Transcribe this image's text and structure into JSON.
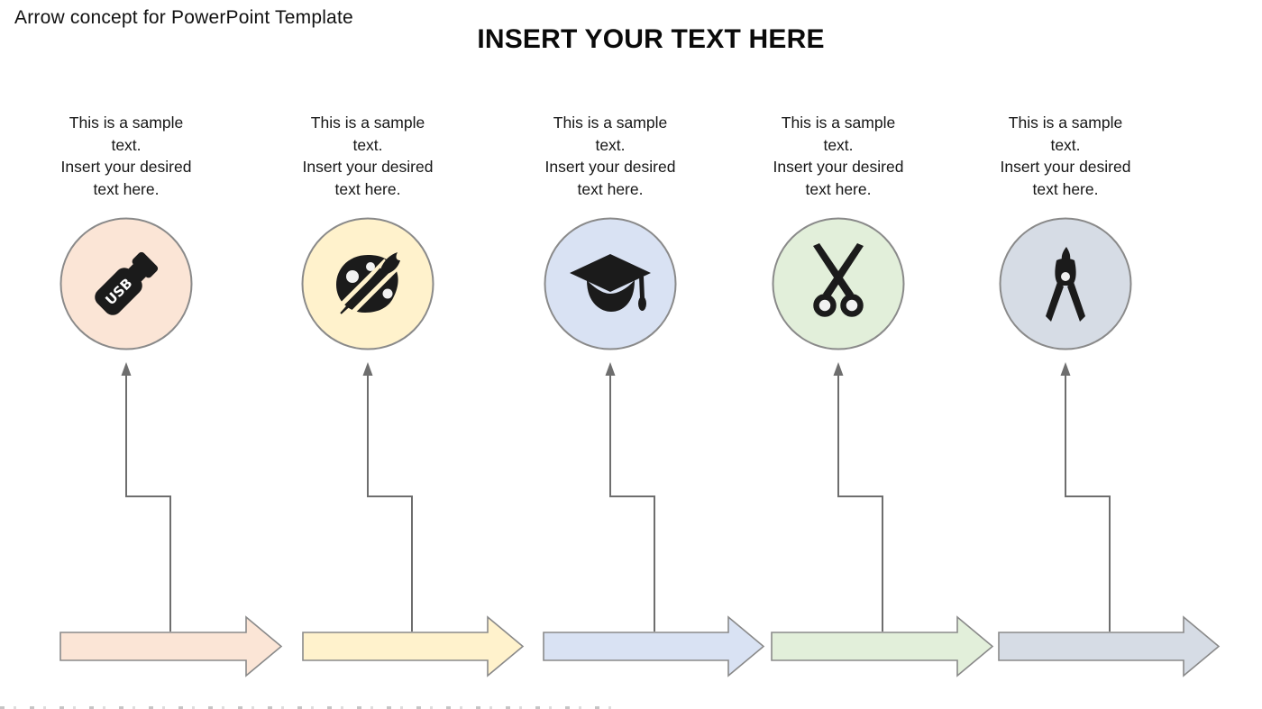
{
  "slide": {
    "title": "Arrow concept for PowerPoint Template",
    "heading": "INSERT YOUR TEXT HERE"
  },
  "colors": {
    "background": "#ffffff",
    "shape_outline": "#8a8a8a",
    "connector": "#6e6e6e",
    "icon": "#1b1b1b",
    "icon_hole": "#f0f0f0",
    "text": "#161616"
  },
  "labels": {
    "usb": "USB"
  },
  "columns": [
    {
      "icon": "usb-drive-icon",
      "fill": "#FBE5D6",
      "text": "This is a sample\ntext.\nInsert your desired\ntext here."
    },
    {
      "icon": "paint-palette-icon",
      "fill": "#FFF2CC",
      "text": "This is a sample\ntext.\nInsert your desired\ntext here."
    },
    {
      "icon": "graduation-cap-icon",
      "fill": "#D9E2F3",
      "text": "This is a sample\ntext.\nInsert your desired\ntext here."
    },
    {
      "icon": "scissors-icon",
      "fill": "#E2EFDA",
      "text": "This is a sample\ntext.\nInsert your desired\ntext here."
    },
    {
      "icon": "drafting-compass-icon",
      "fill": "#D6DCE5",
      "text": "This is a sample\ntext.\nInsert your desired\ntext here."
    }
  ]
}
